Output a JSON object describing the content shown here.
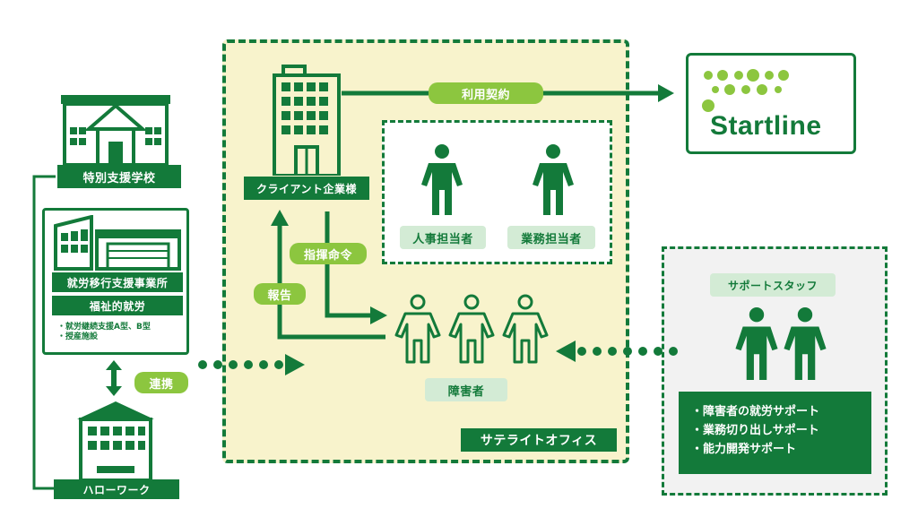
{
  "left_column": {
    "school_label": "特別支援学校",
    "transition_label": "就労移行支援事業所",
    "welfare_label": "福祉的就労",
    "notes": [
      "・就労継続支援A型、B型",
      "・授産施設"
    ],
    "hellowork_label": "ハローワーク",
    "collab_label": "連携"
  },
  "satellite": {
    "client_label": "クライアント企業様",
    "contract_label": "利用契約",
    "hr_label": "人事担当者",
    "ops_label": "業務担当者",
    "command_label": "指揮命令",
    "report_label": "報告",
    "disabled_label": "障害者",
    "office_label": "サテライトオフィス"
  },
  "brand": {
    "name": "Startline"
  },
  "support": {
    "staff_label": "サポートスタッフ",
    "items": [
      "・障害者の就労サポート",
      "・業務切り出しサポート",
      "・能力開発サポート"
    ]
  },
  "colors": {
    "dark_green": "#137a3a",
    "lime": "#8cc63f",
    "mint": "#d3ebd5",
    "cream": "#f8f3cc"
  }
}
